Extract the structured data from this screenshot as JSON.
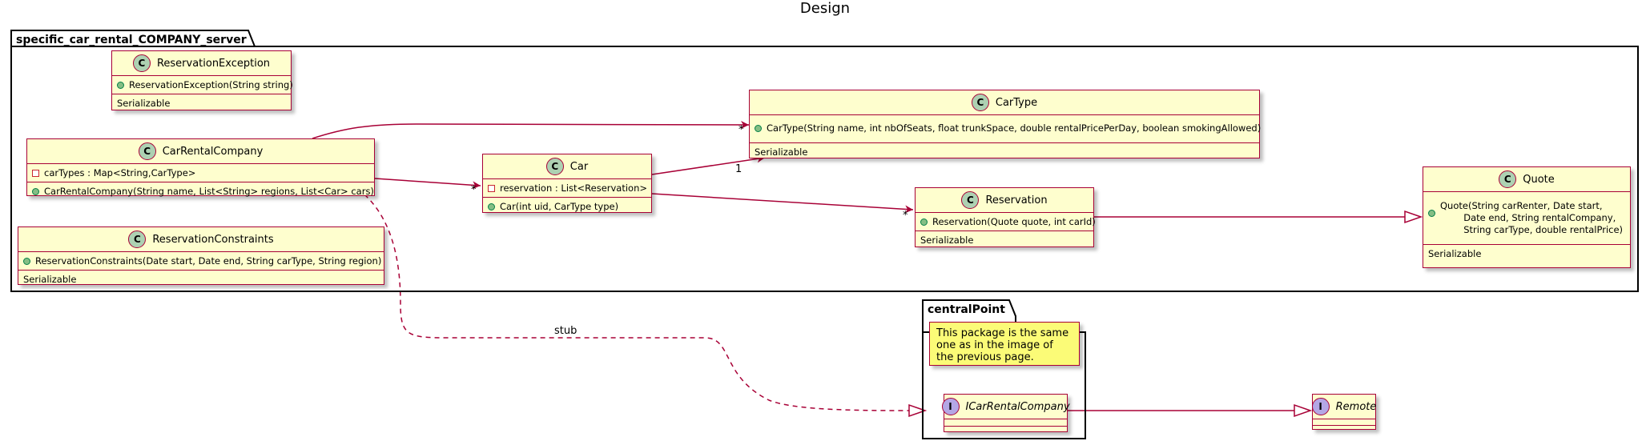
{
  "title": "Design",
  "packages": {
    "server": "specific_car_rental_COMPANY_server",
    "central": "centralPoint"
  },
  "classes": {
    "reservation_exception": {
      "spot": "C",
      "name": "ReservationException",
      "method": "ReservationException(String string)",
      "extra": "Serializable"
    },
    "car_rental_company": {
      "spot": "C",
      "name": "CarRentalCompany",
      "field": "carTypes :  Map<String,CarType>",
      "method": "CarRentalCompany(String name, List<String> regions, List<Car> cars)"
    },
    "reservation_constraints": {
      "spot": "C",
      "name": "ReservationConstraints",
      "method": "ReservationConstraints(Date start, Date end, String carType, String region)",
      "extra": "Serializable"
    },
    "car": {
      "spot": "C",
      "name": "Car",
      "field": "reservation : List<Reservation>",
      "method": "Car(int uid, CarType type)"
    },
    "car_type": {
      "spot": "C",
      "name": "CarType",
      "method": "CarType(String name, int nbOfSeats, float trunkSpace, double rentalPricePerDay, boolean smokingAllowed)",
      "extra": "Serializable"
    },
    "reservation": {
      "spot": "C",
      "name": "Reservation",
      "method": "Reservation(Quote quote, int carId)",
      "extra": "Serializable"
    },
    "quote": {
      "spot": "C",
      "name": "Quote",
      "method": "Quote(String carRenter, Date start,\n        Date end, String rentalCompany,\n        String carType, double rentalPrice)",
      "extra": "Serializable"
    },
    "icar_rental_company": {
      "spot": "I",
      "name": "ICarRentalCompany"
    },
    "remote": {
      "spot": "I",
      "name": "Remote"
    }
  },
  "note": "This package is the same\none as in the image of\nthe previous page.",
  "relations": {
    "stub_label": "stub",
    "mult_cartype_star": "*",
    "mult_car_star": "*",
    "mult_cartype_one": "1",
    "mult_reservation_star": "*"
  },
  "colors": {
    "border": "#A80036",
    "class_fill": "#FEFECE",
    "note_fill": "#FBFB77",
    "class_spot": "#ADD1B2",
    "interface_spot": "#B4A7E5"
  }
}
